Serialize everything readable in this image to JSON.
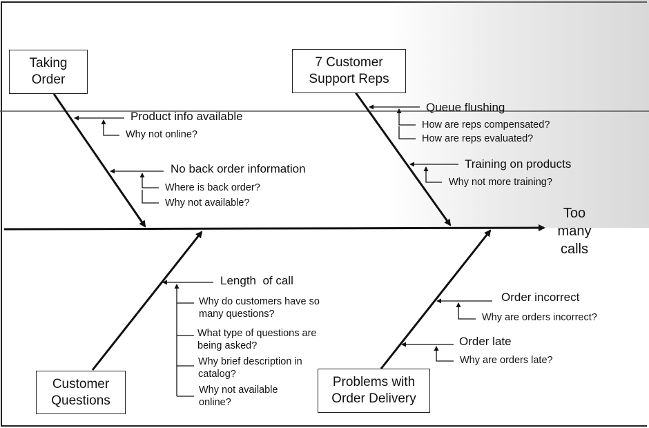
{
  "diagram": {
    "type": "fishbone",
    "effect": {
      "lines": [
        "Too",
        "many",
        "calls"
      ]
    },
    "categories": [
      {
        "id": "taking-order",
        "label_lines": [
          "Taking",
          "Order"
        ],
        "causes": [
          {
            "label": "Product info available",
            "whys": [
              "Why not online?"
            ]
          },
          {
            "label": "No back order information",
            "whys": [
              "Where is back order?",
              "Why not available?"
            ]
          }
        ]
      },
      {
        "id": "support-reps",
        "label_lines": [
          "7 Customer",
          "Support Reps"
        ],
        "causes": [
          {
            "label": "Queue flushing",
            "whys": [
              "How are reps compensated?",
              "How are reps evaluated?"
            ]
          },
          {
            "label": "Training on products",
            "whys": [
              "Why not more training?"
            ]
          }
        ]
      },
      {
        "id": "customer-questions",
        "label_lines": [
          "Customer",
          "Questions"
        ],
        "causes": [
          {
            "label": "Length  of call",
            "whys": [
              [
                "Why do customers have so",
                "many questions?"
              ],
              [
                "What type of questions are",
                "being asked?"
              ],
              [
                "Why brief description in",
                "catalog?"
              ],
              [
                "Why not available",
                "online?"
              ]
            ]
          }
        ]
      },
      {
        "id": "order-delivery",
        "label_lines": [
          "Problems with",
          "Order Delivery"
        ],
        "causes": [
          {
            "label": "Order incorrect",
            "whys": [
              "Why are orders incorrect?"
            ]
          },
          {
            "label": "Order late",
            "whys": [
              "Why are orders late?"
            ]
          }
        ]
      }
    ],
    "colors": {
      "ink": "#111111",
      "background": "#ffffff"
    }
  }
}
